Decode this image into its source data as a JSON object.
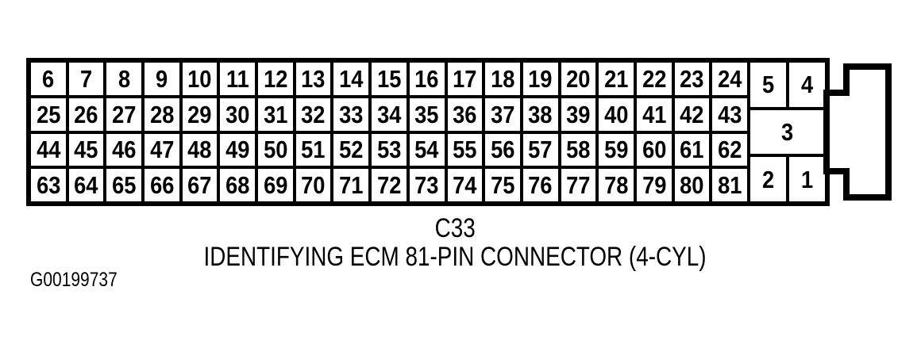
{
  "figure": {
    "connector_id": "C33",
    "title": "IDENTIFYING ECM 81-PIN CONNECTOR (4-CYL)",
    "graphic_ref": "G00199737"
  },
  "connector": {
    "main_grid": {
      "rows": [
        [
          "6",
          "7",
          "8",
          "9",
          "10",
          "11",
          "12",
          "13",
          "14",
          "15",
          "16",
          "17",
          "18",
          "19",
          "20",
          "21",
          "22",
          "23",
          "24"
        ],
        [
          "25",
          "26",
          "27",
          "28",
          "29",
          "30",
          "31",
          "32",
          "33",
          "34",
          "35",
          "36",
          "37",
          "38",
          "39",
          "40",
          "41",
          "42",
          "43"
        ],
        [
          "44",
          "45",
          "46",
          "47",
          "48",
          "49",
          "50",
          "51",
          "52",
          "53",
          "54",
          "55",
          "56",
          "57",
          "58",
          "59",
          "60",
          "61",
          "62"
        ],
        [
          "63",
          "64",
          "65",
          "66",
          "67",
          "68",
          "69",
          "70",
          "71",
          "72",
          "73",
          "74",
          "75",
          "76",
          "77",
          "78",
          "79",
          "80",
          "81"
        ]
      ]
    },
    "side_grid": {
      "rows": [
        {
          "cells": [
            {
              "label": "5",
              "span": 1
            },
            {
              "label": "4",
              "span": 1
            }
          ]
        },
        {
          "cells": [
            {
              "label": "3",
              "span": 2
            }
          ]
        },
        {
          "cells": [
            {
              "label": "2",
              "span": 1
            },
            {
              "label": "1",
              "span": 1
            }
          ]
        }
      ]
    }
  },
  "colors": {
    "line": "#000000",
    "background": "#ffffff",
    "cell_fill": "#ffffff"
  }
}
